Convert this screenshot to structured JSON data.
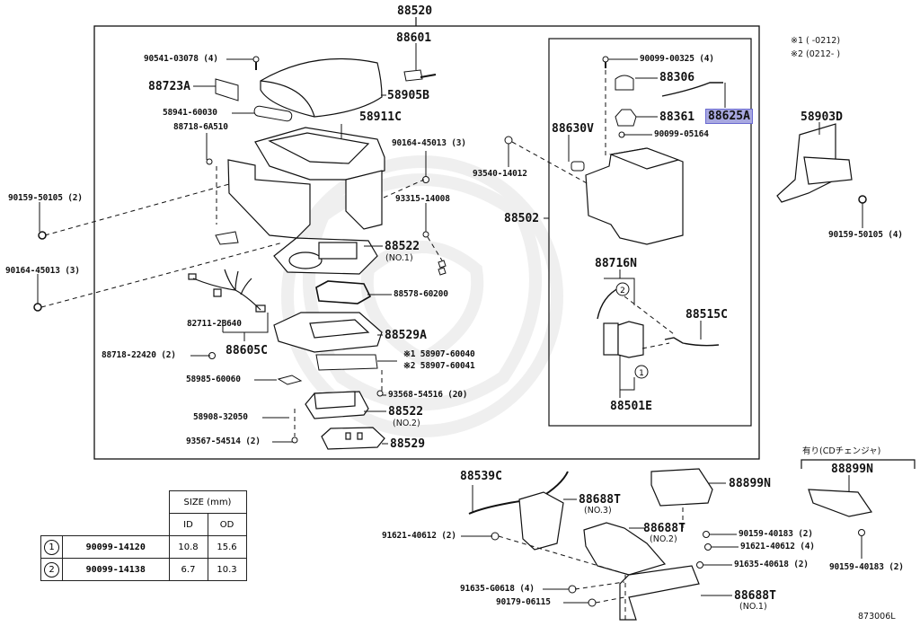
{
  "diagram": {
    "title_part": "88520",
    "drawing_code": "873006L",
    "notes": [
      {
        "mark": "※1",
        "text": "※1 (      -0212)"
      },
      {
        "mark": "※2",
        "text": "※2 (0212-      )"
      }
    ],
    "option_group": {
      "heading": "有り(CDチェンジャ)",
      "part": "88899N",
      "fastener": "90159-40183 (2)"
    },
    "highlighted_part": "88625A"
  },
  "labels": {
    "p88520": "88520",
    "p88601": "88601",
    "p90541": "90541-03078 (4)",
    "p88723A": "88723A",
    "p58905B": "58905B",
    "p58941": "58941-60030",
    "p58911C": "58911C",
    "p88718_6A510": "88718-6A510",
    "p90164_top": "90164-45013 (3)",
    "p90159_left": "90159-50105 (2)",
    "p93315": "93315-14008",
    "p88522_no1": "88522",
    "p88522_no1_sub": "(NO.1)",
    "p90164_left": "90164-45013 (3)",
    "p88578": "88578-60200",
    "p82711": "82711-2B640",
    "p88605C": "88605C",
    "p88529A": "88529A",
    "p88718_22420": "88718-22420 (2)",
    "p58907_1": "※1 58907-60040",
    "p58907_2": "※2 58907-60041",
    "p58985": "58985-60060",
    "p93568": "93568-54516 (20)",
    "p58908": "58908-32050",
    "p88522_no2": "88522",
    "p88522_no2_sub": "(NO.2)",
    "p93567": "93567-54514 (2)",
    "p88529": "88529",
    "p90099_00325": "90099-00325 (4)",
    "p88306": "88306",
    "p88625A": "88625A",
    "p88630V": "88630V",
    "p88361": "88361",
    "p90099_05164": "90099-05164",
    "p93540": "93540-14012",
    "p88502": "88502",
    "p88716N": "88716N",
    "p88515C": "88515C",
    "p88501E": "88501E",
    "p58903D": "58903D",
    "p90159_right": "90159-50105 (4)",
    "p88539C": "88539C",
    "p88688T_no3": "88688T",
    "p88688T_no3_sub": "(NO.3)",
    "p91621_2": "91621-40612 (2)",
    "p88688T_no2": "88688T",
    "p88688T_no2_sub": "(NO.2)",
    "p91635_G": "91635-G0618 (4)",
    "p90179": "90179-06115",
    "p88899N": "88899N",
    "p90159_40183": "90159-40183 (2)",
    "p91621_4": "91621-40612 (4)",
    "p91635_40618": "91635-40618 (2)",
    "p88688T_no1": "88688T",
    "p88688T_no1_sub": "(NO.1)"
  },
  "size_table": {
    "header": "SIZE (mm)",
    "columns": [
      "ID",
      "OD"
    ],
    "rows": [
      {
        "mark": "1",
        "part": "90099-14120",
        "id": "10.8",
        "od": "15.6"
      },
      {
        "mark": "2",
        "part": "90099-14138",
        "id": "6.7",
        "od": "10.3"
      }
    ]
  },
  "colors": {
    "highlight": "#a8a8e0",
    "line": "#111111",
    "watermark": "#eeeeee"
  }
}
